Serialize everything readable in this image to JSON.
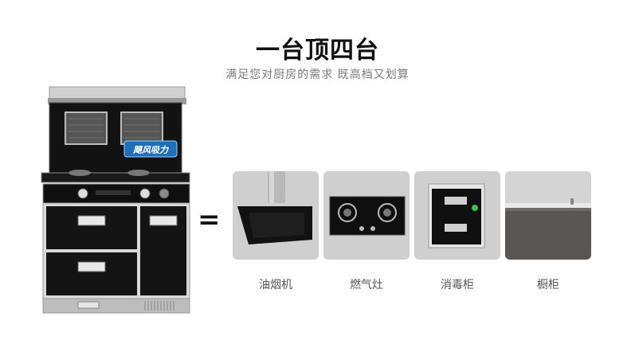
{
  "title": "一台顶四台",
  "subtitle": "满足您对厨房的需求 既高档又划算",
  "badge_text": "飓风吸力",
  "equals_sign": "=",
  "products": [
    {
      "label": "油烟机",
      "icon": "range-hood"
    },
    {
      "label": "燃气灶",
      "icon": "gas-stove"
    },
    {
      "label": "消毒柜",
      "icon": "disinfection-cabinet"
    },
    {
      "label": "橱柜",
      "icon": "kitchen-cabinet"
    }
  ],
  "colors": {
    "card_bg": "#cfcfcf",
    "appliance_black": "#111111",
    "steel": "#c8c8c8"
  }
}
